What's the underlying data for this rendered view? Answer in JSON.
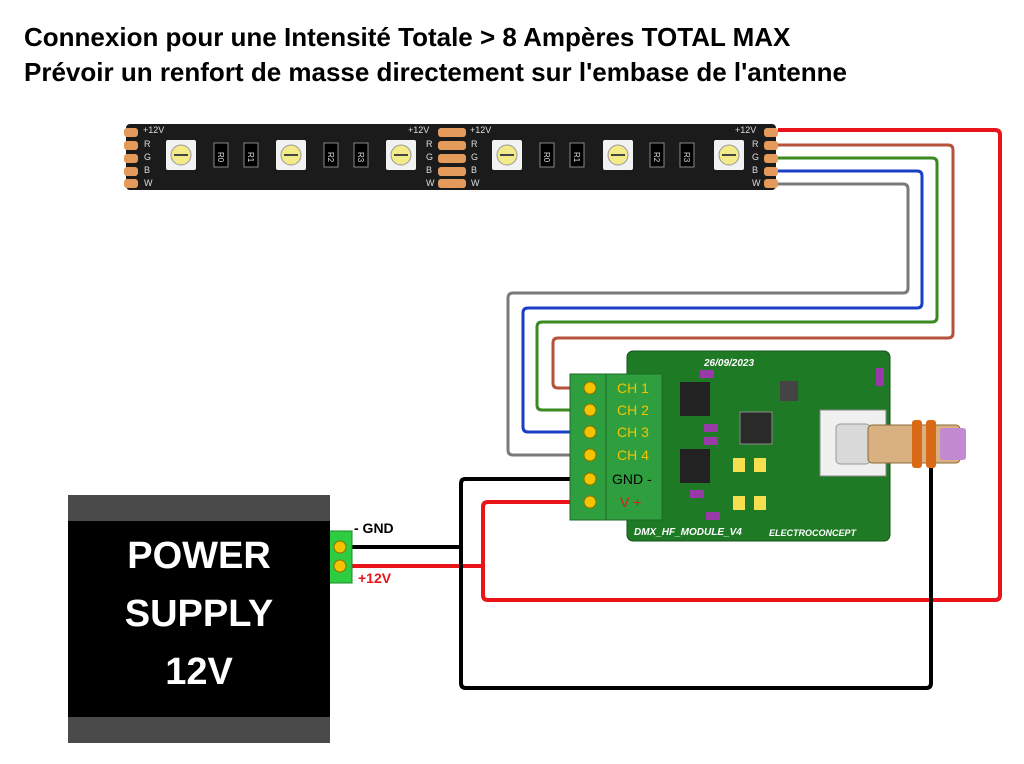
{
  "title_line1": "Connexion pour une Intensité Totale > 8 Ampères TOTAL MAX",
  "title_line2": "Prévoir un renfort de masse directement sur l'embase de l'antenne",
  "strip": {
    "voltage_label": "+12V",
    "channel_letters": [
      "R",
      "G",
      "B",
      "W"
    ],
    "resistor_labels": [
      "R0",
      "R1",
      "R2",
      "R3"
    ]
  },
  "module": {
    "date": "26/09/2023",
    "name": "DMX_HF_MODULE_V4",
    "brand": "ELECTROCONCEPT",
    "terminals": [
      "CH 1",
      "CH 2",
      "CH 3",
      "CH 4",
      "GND -",
      "V +"
    ]
  },
  "power_supply": {
    "lines": [
      "POWER",
      "SUPPLY",
      "12V"
    ],
    "gnd_label": "- GND",
    "v_label": "+12V"
  },
  "colors": {
    "red": "#e8141a",
    "brown": "#b5523b",
    "green": "#3a8a22",
    "blue": "#1a3fc4",
    "gray": "#7a7a7a",
    "black": "#000000",
    "pcb": "#1f7a26",
    "terminal": "#2e9e3e",
    "terminal_text": "#f5c400"
  }
}
